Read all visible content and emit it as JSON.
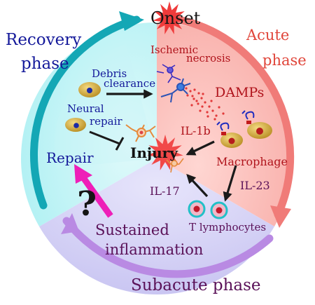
{
  "phases": {
    "onset": "Onset",
    "acute_line1": "Acute",
    "acute_line2": "phase",
    "recovery_line1": "Recovery",
    "recovery_line2": "phase",
    "subacute": "Subacute phase"
  },
  "labels": {
    "ischemic": "Ischemic",
    "necrosis": "necrosis",
    "damps": "DAMPs",
    "il1b": "IL-1b",
    "macrophage": "Macrophage",
    "il23": "IL-23",
    "il17": "IL-17",
    "t_lymphocytes": "T lymphocytes",
    "debris_line1": "Debris",
    "debris_line2": "clearance",
    "neural_line1": "Neural",
    "neural_line2": "repair",
    "injury": "Injury",
    "repair": "Repair",
    "question": "?",
    "sustained_line1": "Sustained",
    "sustained_line2": "inflammation"
  },
  "colors": {
    "acute": "#f06f6f",
    "recovery": "#16a6b4",
    "subacute": "#b889e2",
    "dark_red": "#b0141c",
    "navy": "#151a9c",
    "plum": "#5a1158",
    "cell_gold": "#caa43a",
    "repair_arrow": "#ee1fb8"
  }
}
